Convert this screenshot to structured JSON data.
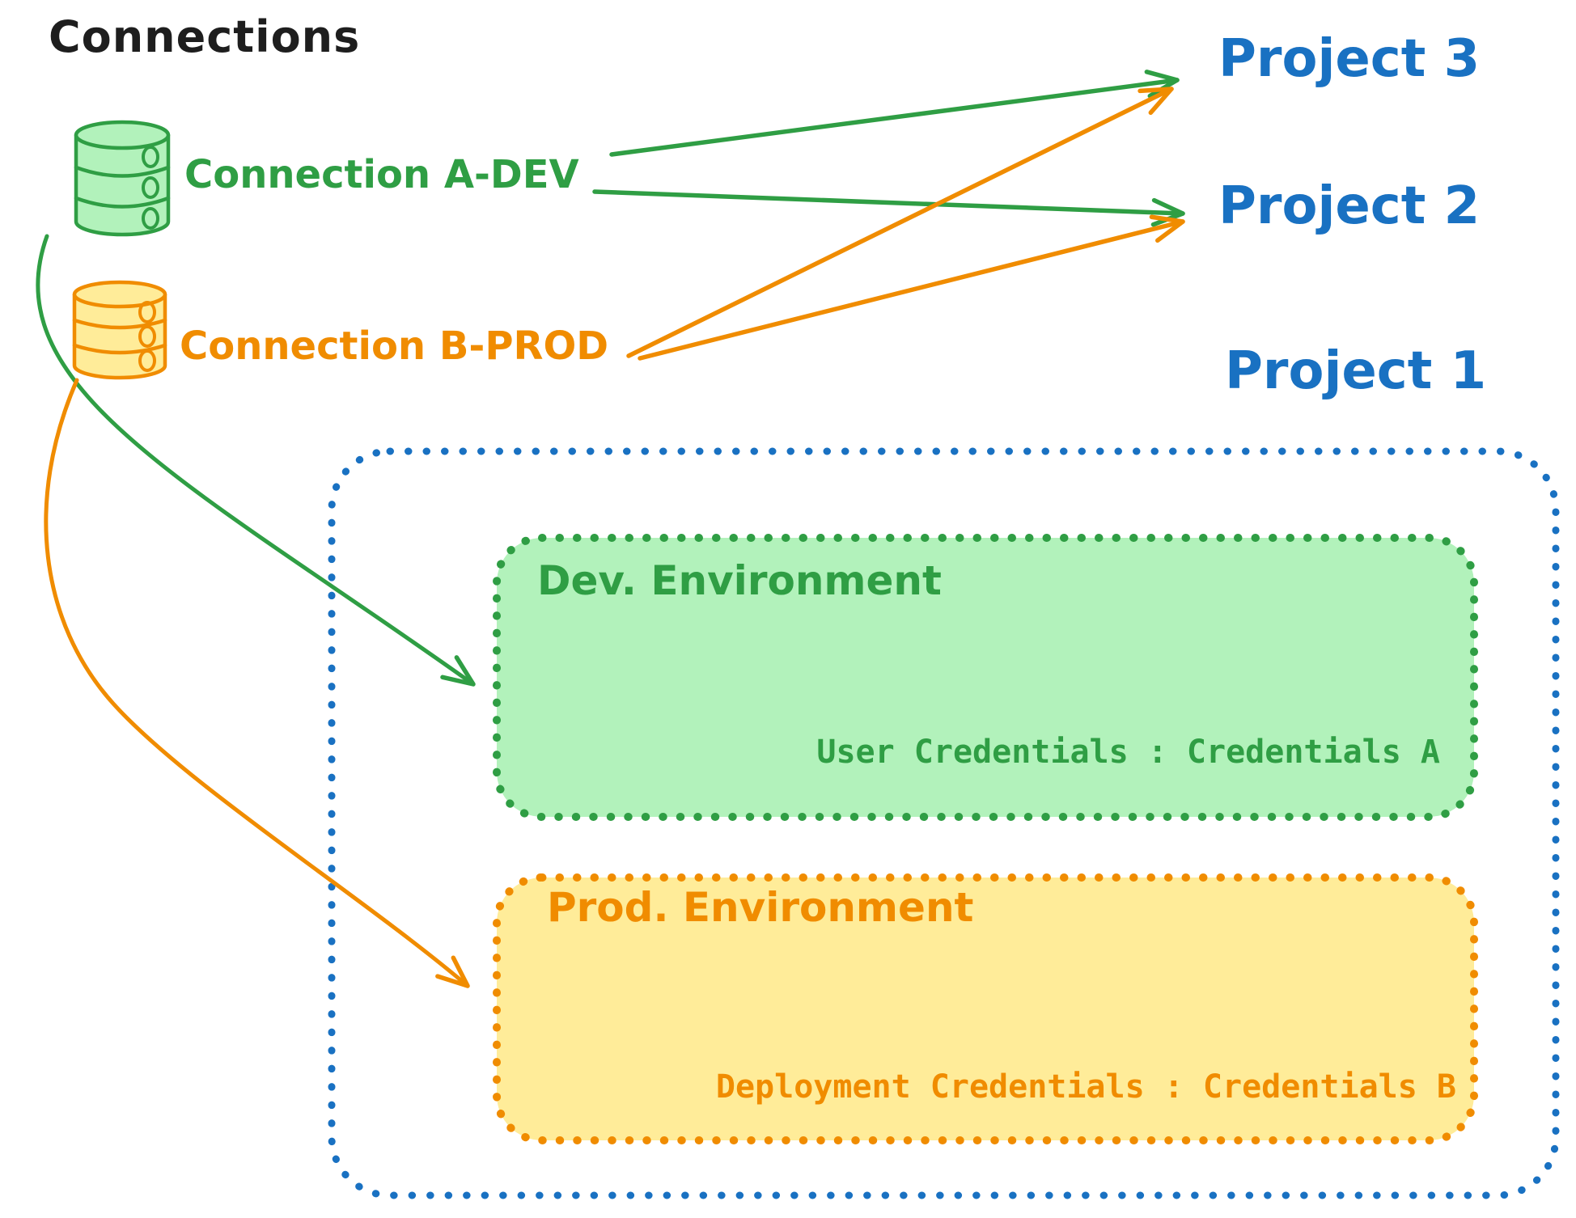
{
  "diagram": {
    "title": "Connections",
    "colors": {
      "text_black": "#1e1e1e",
      "green_stroke": "#2f9e44",
      "green_fill": "#b2f2bb",
      "orange_stroke": "#f08c00",
      "orange_fill": "#ffec99",
      "blue_stroke": "#1971c2",
      "background": "#ffffff"
    },
    "connections": [
      {
        "id": "a-dev",
        "label": "Connection A-DEV",
        "color": "green",
        "icon": "database-icon"
      },
      {
        "id": "b-prod",
        "label": "Connection B-PROD",
        "color": "orange",
        "icon": "database-icon"
      }
    ],
    "projects": [
      {
        "label": "Project 3"
      },
      {
        "label": "Project 2"
      },
      {
        "label": "Project 1"
      }
    ],
    "project1": {
      "environments": [
        {
          "name": "Dev. Environment",
          "credential_line": "User Credentials : Credentials A",
          "color": "green"
        },
        {
          "name": "Prod. Environment",
          "credential_line": "Deployment Credentials : Credentials B",
          "color": "orange"
        }
      ]
    },
    "edges": [
      {
        "from": "Connection A-DEV",
        "to": "Project 3",
        "color": "green"
      },
      {
        "from": "Connection A-DEV",
        "to": "Project 2",
        "color": "green"
      },
      {
        "from": "Connection B-PROD",
        "to": "Project 3",
        "color": "orange"
      },
      {
        "from": "Connection B-PROD",
        "to": "Project 2",
        "color": "orange"
      },
      {
        "from": "Connection A-DEV",
        "to": "Dev. Environment",
        "color": "green"
      },
      {
        "from": "Connection B-PROD",
        "to": "Prod. Environment",
        "color": "orange"
      }
    ]
  }
}
